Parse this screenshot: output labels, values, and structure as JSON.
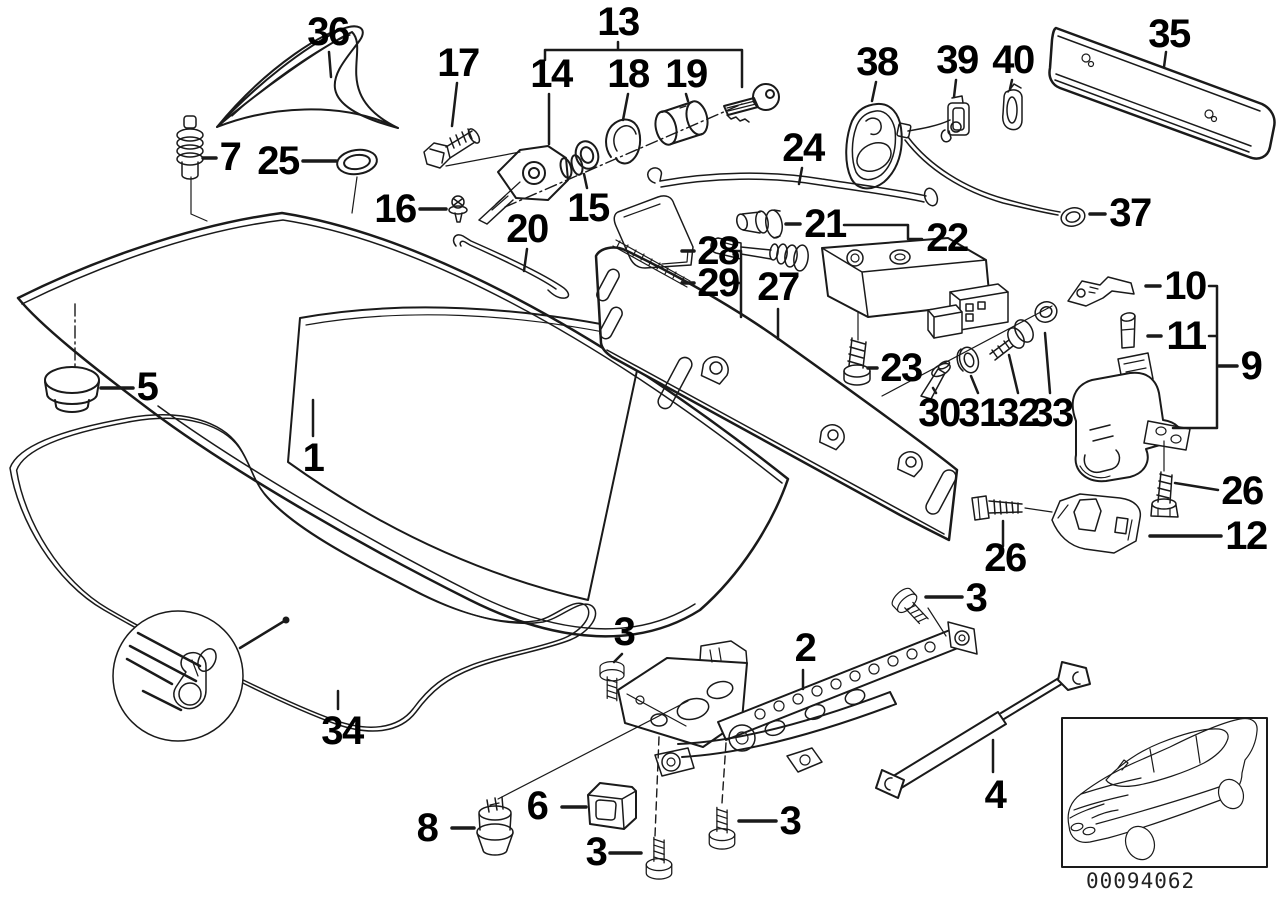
{
  "diagram": {
    "code": "00094062",
    "background_color": "#ffffff",
    "line_color": "#1a1a1a",
    "callouts": {
      "c1": "1",
      "c2": "2",
      "c3a": "3",
      "c3b": "3",
      "c3c": "3",
      "c3d": "3",
      "c4": "4",
      "c5": "5",
      "c6": "6",
      "c7": "7",
      "c8": "8",
      "c9": "9",
      "c10": "10",
      "c11": "11",
      "c12": "12",
      "c13": "13",
      "c14": "14",
      "c15": "15",
      "c16": "16",
      "c17": "17",
      "c18": "18",
      "c19": "19",
      "c20": "20",
      "c21": "21",
      "c22": "22",
      "c23": "23",
      "c24": "24",
      "c25": "25",
      "c26a": "26",
      "c26b": "26",
      "c27": "27",
      "c28": "28",
      "c29": "29",
      "c30": "30",
      "c31": "31",
      "c32": "32",
      "c33": "33",
      "c34": "34",
      "c35": "35",
      "c36": "36",
      "c37": "37",
      "c38": "38",
      "c39": "39",
      "c40": "40"
    }
  }
}
